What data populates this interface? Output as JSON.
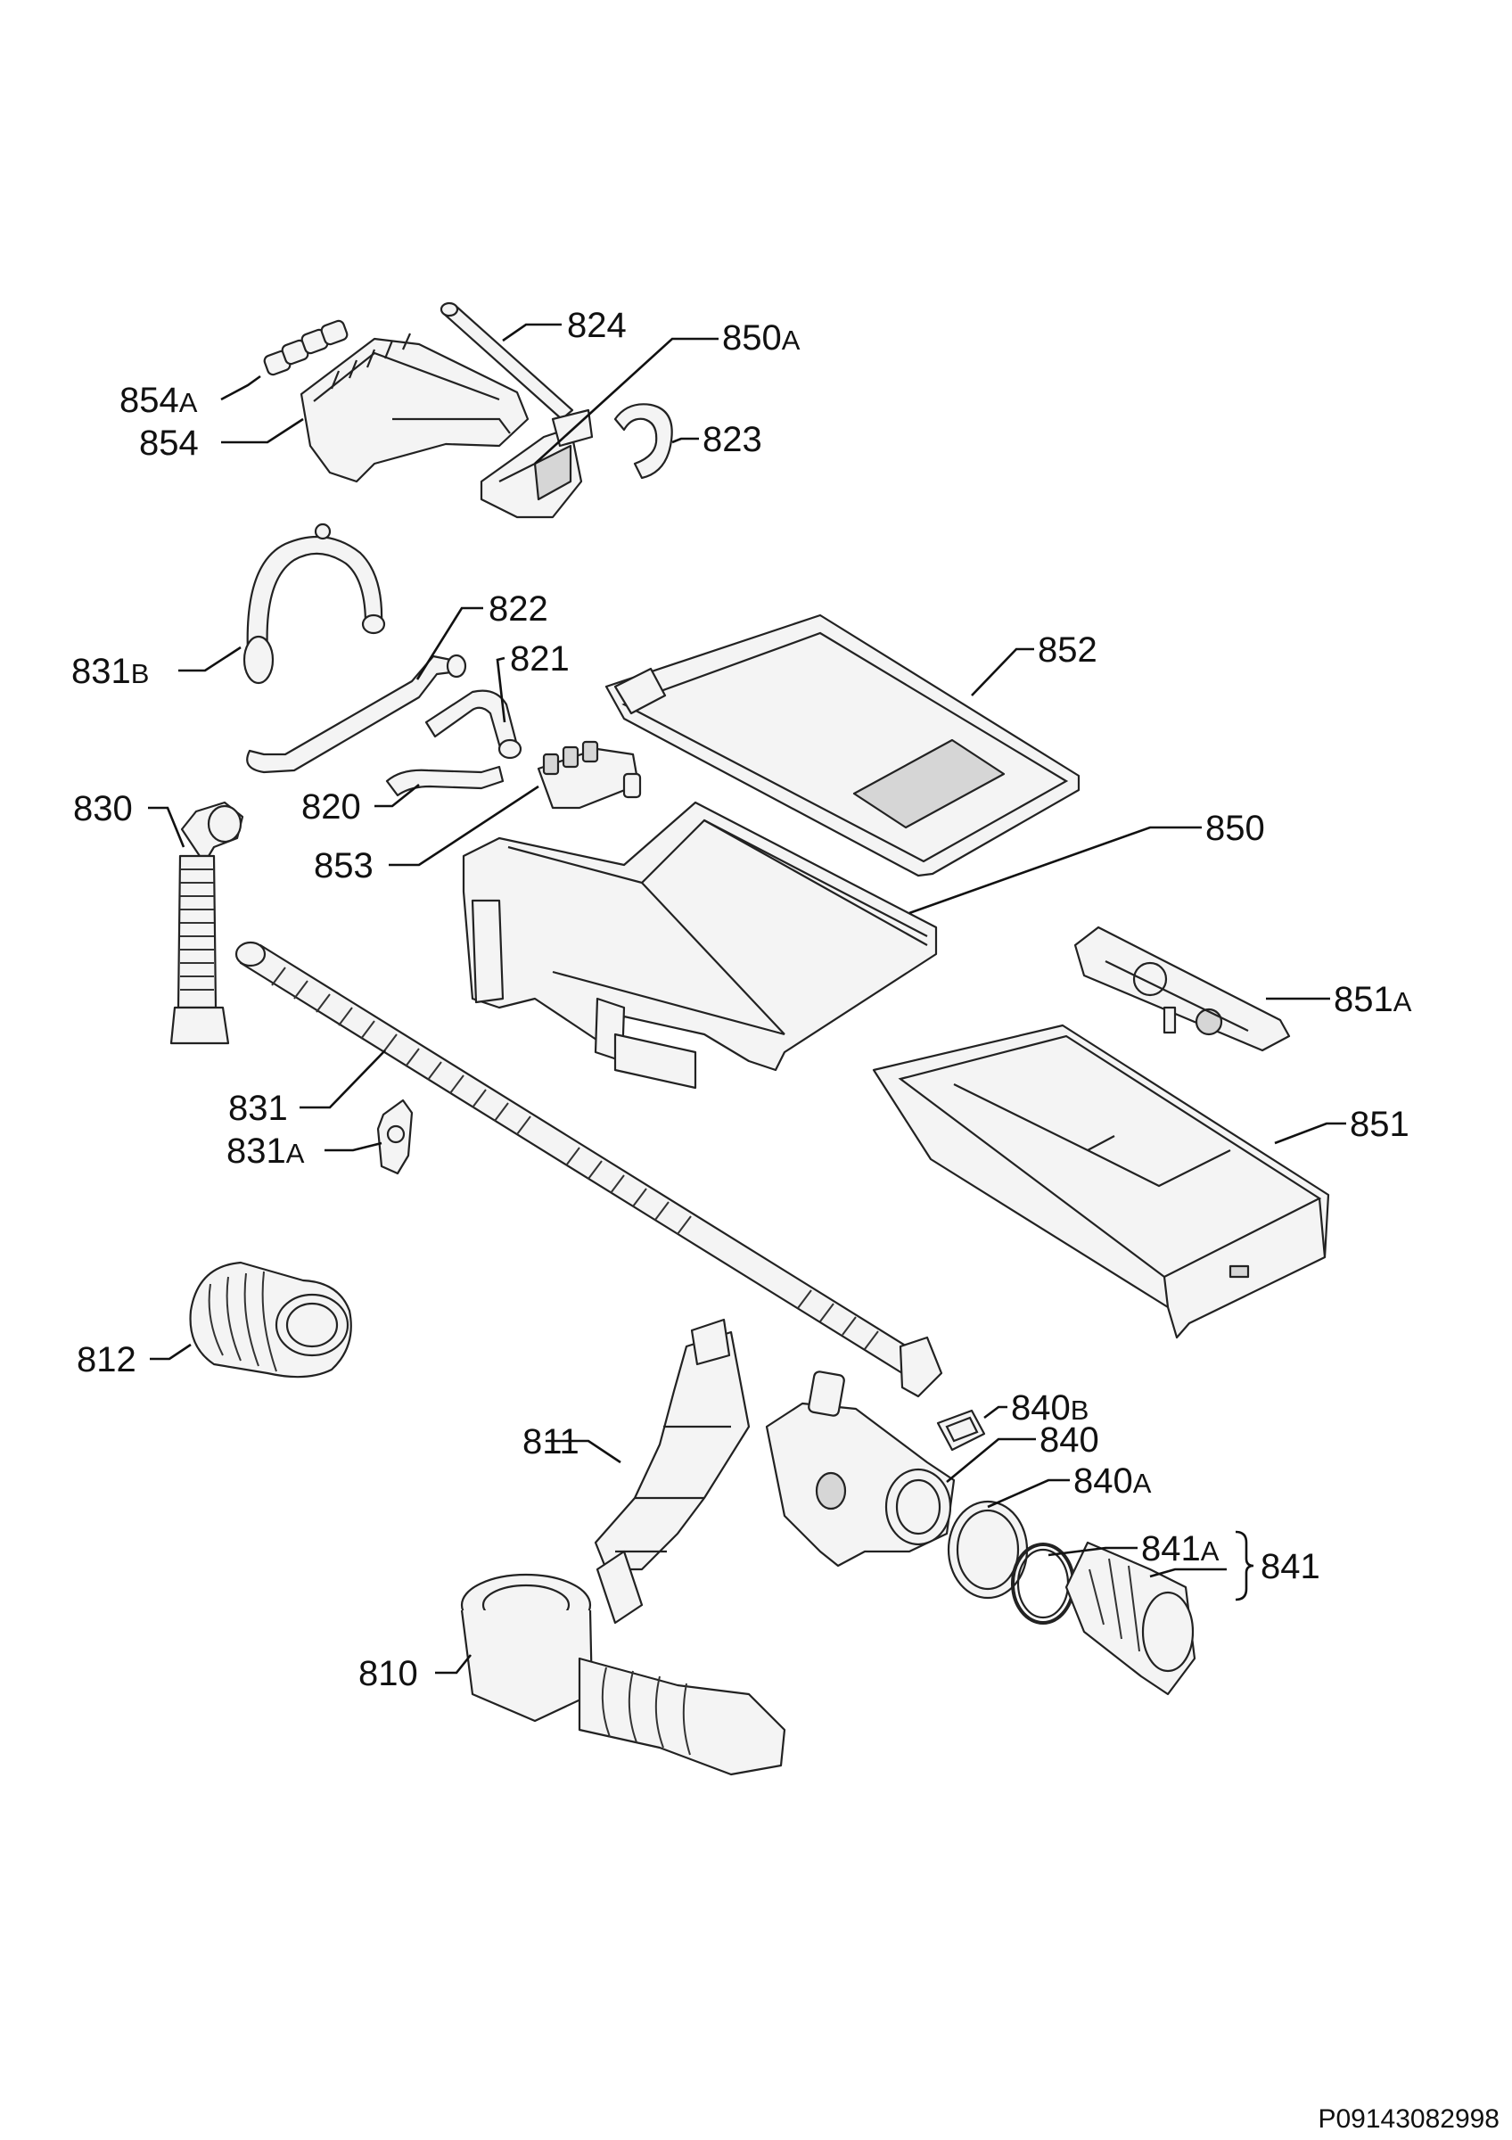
{
  "diagram": {
    "reference_code": "P09143082998",
    "labels": {
      "p824": "824",
      "p850A": [
        "850",
        "A"
      ],
      "p854A": [
        "854",
        "A"
      ],
      "p854": "854",
      "p823": "823",
      "p822": "822",
      "p821": "821",
      "p831B": [
        "831",
        "B"
      ],
      "p852": "852",
      "p830": "830",
      "p820": "820",
      "p853": "853",
      "p850": "850",
      "p851A": [
        "851",
        "A"
      ],
      "p831": "831",
      "p831A": [
        "831",
        "A"
      ],
      "p851": "851",
      "p812": "812",
      "p840B": [
        "840",
        "B"
      ],
      "p811": "811",
      "p840": "840",
      "p840A": [
        "840",
        "A"
      ],
      "p841A": [
        "841",
        "A"
      ],
      "p841": "841",
      "p810": "810"
    }
  }
}
